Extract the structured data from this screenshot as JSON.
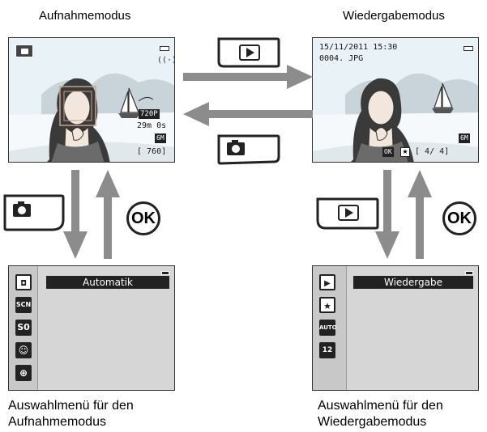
{
  "shooting": {
    "title": "Aufnahmemodus",
    "caption_line1": "Auswahlmenü für den",
    "caption_line2": "Aufnahmemodus",
    "lcd_resolution": "720",
    "lcd_res_suffix": "P",
    "lcd_time": "29m 0s",
    "lcd_quality": "6M",
    "lcd_count": "[ 760]",
    "menu_bar": "Automatik",
    "menu_icons": [
      "◘",
      "SCN",
      "S0",
      "☺",
      "⊕"
    ]
  },
  "playback": {
    "title": "Wiedergabemodus",
    "caption_line1": "Auswahlmenü für den",
    "caption_line2": "Wiedergabemodus",
    "lcd_datetime": "15/11/2011 15:30",
    "lcd_file": "0004. JPG",
    "lcd_quality": "6M",
    "lcd_ok": "OK",
    "lcd_frame": "4/     4]",
    "menu_bar": "Wiedergabe",
    "menu_icons": [
      "▶",
      "★",
      "AUTO",
      "12"
    ]
  },
  "buttons": {
    "ok_label": "OK",
    "ok_label_right": "OK"
  },
  "colors": {
    "arrow": "#8c8c8c",
    "sky": "#eaf3f8"
  }
}
